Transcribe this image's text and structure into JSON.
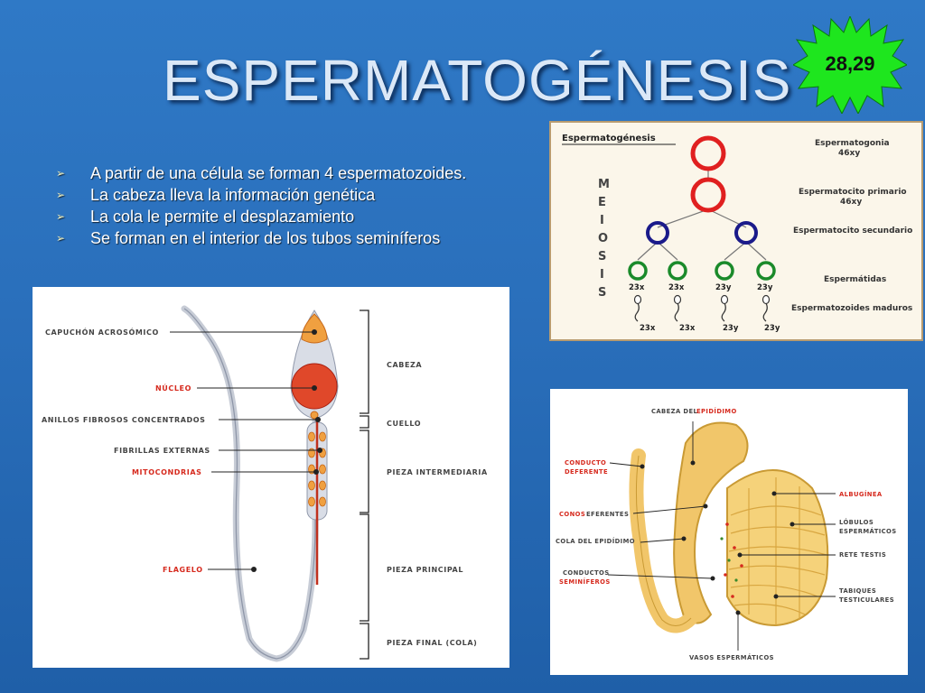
{
  "slide": {
    "title": "ESPERMATOGÉNESIS",
    "badge": "28,29",
    "bullets": [
      "A partir de una célula se forman 4 espermatozoides.",
      "La cabeza lleva la información genética",
      "La cola le permite el desplazamiento",
      "Se forman en el interior de los tubos seminíferos"
    ]
  },
  "meiosis_diagram": {
    "title": "Espermatogénesis",
    "side_letters": [
      "M",
      "E",
      "I",
      "O",
      "S",
      "I",
      "S"
    ],
    "labels": {
      "spermatogonia": "Espermatogonia",
      "spermatogonia_n": "46xy",
      "primary": "Espermatocito primario",
      "primary_n": "46xy",
      "secondary": "Espermatocito secundario",
      "spermatids": "Espermátidas",
      "mature": "Espermatozoides maduros"
    },
    "spermatid_counts": [
      "23x",
      "23x",
      "23y",
      "23y"
    ],
    "sperm_counts": [
      "23x",
      "23x",
      "23y",
      "23y"
    ]
  },
  "sperm_diagram": {
    "left_labels": {
      "acrosome": "CAPUCHÓN ACROSÓMICO",
      "nucleus": "NÚCLEO",
      "rings": "ANILLOS FIBROSOS CONCENTRADOS",
      "fibrils": "FIBRILLAS EXTERNAS",
      "mitochondria": "MITOCONDRIAS",
      "flagellum": "FLAGELO"
    },
    "right_labels": {
      "head": "CABEZA",
      "neck": "CUELLO",
      "midpiece": "PIEZA INTERMEDIARIA",
      "principal": "PIEZA PRINCIPAL",
      "end": "PIEZA FINAL (COLA)"
    }
  },
  "testis_diagram": {
    "labels": {
      "epididymis_head_1": "CABEZA DEL",
      "epididymis_head_2": "EPIDÍDIMO",
      "vas_1": "CONDUCTO",
      "vas_2": "DEFERENTE",
      "cones_1": "CONOS",
      "cones_2": "EFERENTES",
      "epididymis_tail": "COLA DEL EPIDÍDIMO",
      "seminiferous_1": "CONDUCTOS",
      "seminiferous_2": "SEMINÍFEROS",
      "albuginea": "ALBUGÍNEA",
      "lobules_1": "LÓBULOS",
      "lobules_2": "ESPERMÁTICOS",
      "rete": "RETE TESTIS",
      "septa_1": "TABIQUES",
      "septa_2": "TESTICULARES",
      "vessels": "VASOS ESPERMÁTICOS"
    }
  },
  "colors": {
    "accent_red": "#d62a1e",
    "badge_green": "#1ee61e",
    "bullet_text": "#ffffff",
    "title_text": "#dbe8f7"
  }
}
